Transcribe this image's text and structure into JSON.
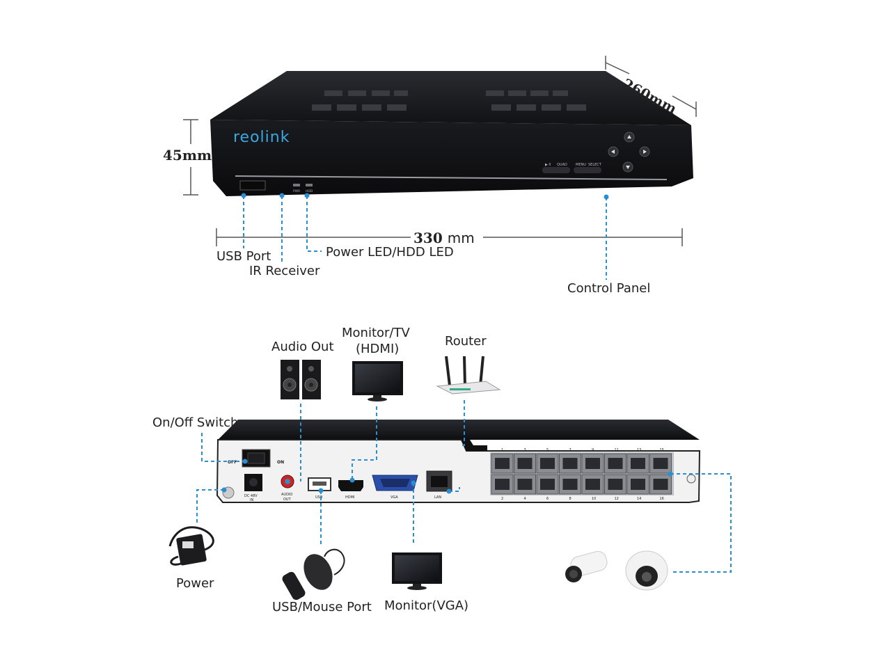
{
  "brand": {
    "logo_text": "reolink"
  },
  "dimensions": {
    "height": "45mm",
    "width_value": "330",
    "width_unit": "mm",
    "depth": "260mm"
  },
  "front_labels": {
    "usb_port": "USB Port",
    "ir_receiver": "IR Receiver",
    "power_hdd_led": "Power LED/HDD LED",
    "control_panel": "Control Panel"
  },
  "front_panel_text": {
    "pwr": "PWR",
    "hdd": "HDD",
    "play": "▶ II",
    "quad": "QUAD",
    "menu": "MENU",
    "select": "SELECT"
  },
  "rear_labels": {
    "audio_out": "Audio Out",
    "monitor_hdmi_line1": "Monitor/TV",
    "monitor_hdmi_line2": "(HDMI)",
    "router": "Router",
    "on_off_switch": "On/Off Switch",
    "power": "Power",
    "usb_mouse_port": "USB/Mouse Port",
    "monitor_vga": "Monitor(VGA)"
  },
  "rear_panel_text": {
    "off": "OFF",
    "on": "ON",
    "dc": "DC 48V",
    "dc_in": "IN",
    "audio_out": "AUDIO",
    "audio_out2": "OUT",
    "usb": "USB",
    "hdmi": "HDMI",
    "vga": "VGA",
    "lan": "LAN",
    "port_numbers_top": [
      "1",
      "3",
      "5",
      "7",
      "9",
      "11",
      "13",
      "15"
    ],
    "port_numbers_bottom": [
      "2",
      "4",
      "6",
      "8",
      "10",
      "12",
      "14",
      "16"
    ]
  },
  "colors": {
    "callout": "#2a8fd0",
    "device_body": "#1b1c20",
    "rear_panel": "#f2f2f2"
  }
}
